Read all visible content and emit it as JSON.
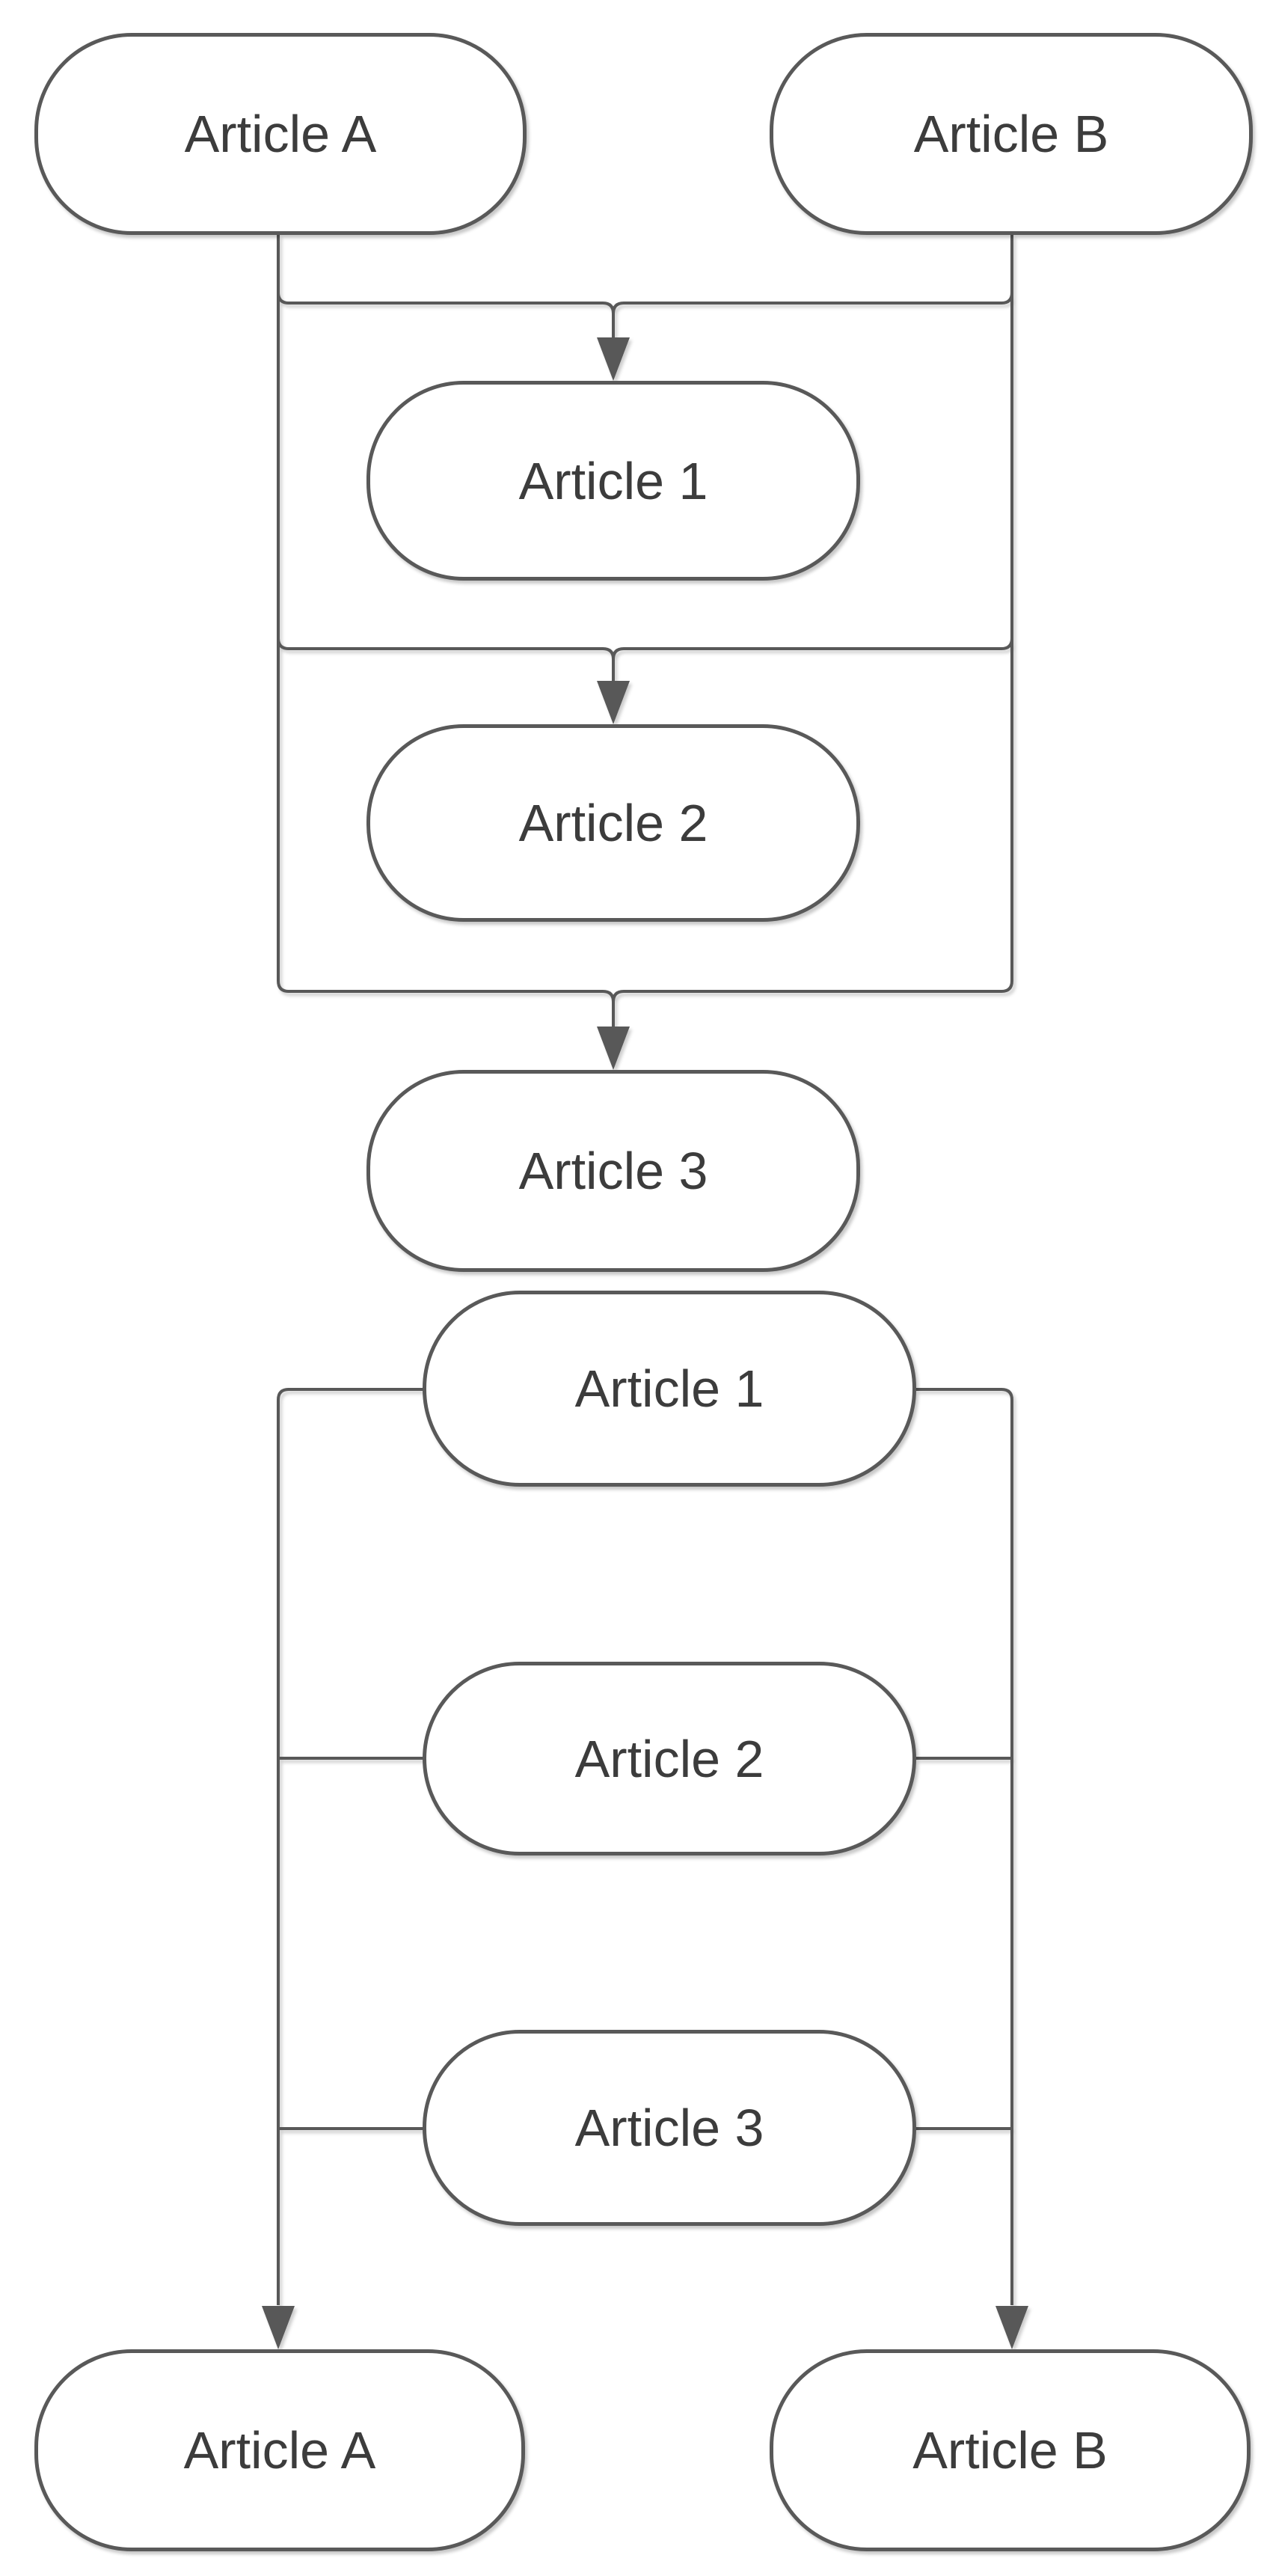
{
  "diagram": {
    "title": "article-merge-flowchart",
    "colors": {
      "stroke": "#595959",
      "text": "#3c3c3c",
      "background": "#ffffff"
    },
    "nodes": {
      "top_article_a": {
        "label": "Article A"
      },
      "top_article_b": {
        "label": "Article B"
      },
      "top_article_1": {
        "label": "Article 1"
      },
      "top_article_2": {
        "label": "Article 2"
      },
      "top_article_3": {
        "label": "Article 3"
      },
      "bottom_article_1": {
        "label": "Article 1"
      },
      "bottom_article_2": {
        "label": "Article 2"
      },
      "bottom_article_3": {
        "label": "Article 3"
      },
      "bottom_article_a": {
        "label": "Article A"
      },
      "bottom_article_b": {
        "label": "Article B"
      }
    },
    "edges": [
      {
        "from": "Article A (top)",
        "to": "Article 1 (top)",
        "arrow": "target"
      },
      {
        "from": "Article B (top)",
        "to": "Article 1 (top)",
        "arrow": "target"
      },
      {
        "from": "Article A (top)",
        "to": "Article 2 (top)",
        "arrow": "target"
      },
      {
        "from": "Article B (top)",
        "to": "Article 2 (top)",
        "arrow": "target"
      },
      {
        "from": "Article A (top)",
        "to": "Article 3 (top)",
        "arrow": "target"
      },
      {
        "from": "Article B (top)",
        "to": "Article 3 (top)",
        "arrow": "target"
      },
      {
        "from": "Article 1 (bottom)",
        "to": "Article A (bottom)",
        "arrow": "target"
      },
      {
        "from": "Article 1 (bottom)",
        "to": "Article B (bottom)",
        "arrow": "target"
      },
      {
        "from": "Article 2 (bottom)",
        "to": "Article A (bottom)",
        "arrow": "target"
      },
      {
        "from": "Article 2 (bottom)",
        "to": "Article B (bottom)",
        "arrow": "target"
      },
      {
        "from": "Article 3 (bottom)",
        "to": "Article A (bottom)",
        "arrow": "target"
      },
      {
        "from": "Article 3 (bottom)",
        "to": "Article B (bottom)",
        "arrow": "target"
      }
    ]
  }
}
